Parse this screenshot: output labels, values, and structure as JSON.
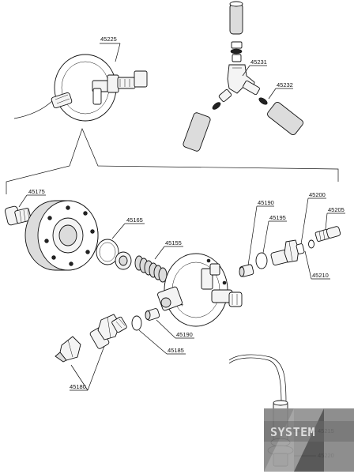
{
  "callouts": {
    "p45225": "45225",
    "p45231": "45231",
    "p45232": "45232",
    "p45175": "45175",
    "p45165": "45165",
    "p45155": "45155",
    "p45190a": "45190",
    "p45195": "45195",
    "p45200": "45200",
    "p45205": "45205",
    "p45210": "45210",
    "p45190b": "45190",
    "p45185": "45185",
    "p45180": "45180",
    "p45215": "45215",
    "p45220": "45220"
  },
  "watermark": {
    "text": "SYSTEM",
    "colors": {
      "dark": "#555555",
      "mid": "#9a9a9a",
      "light": "#dcdcdc"
    }
  }
}
